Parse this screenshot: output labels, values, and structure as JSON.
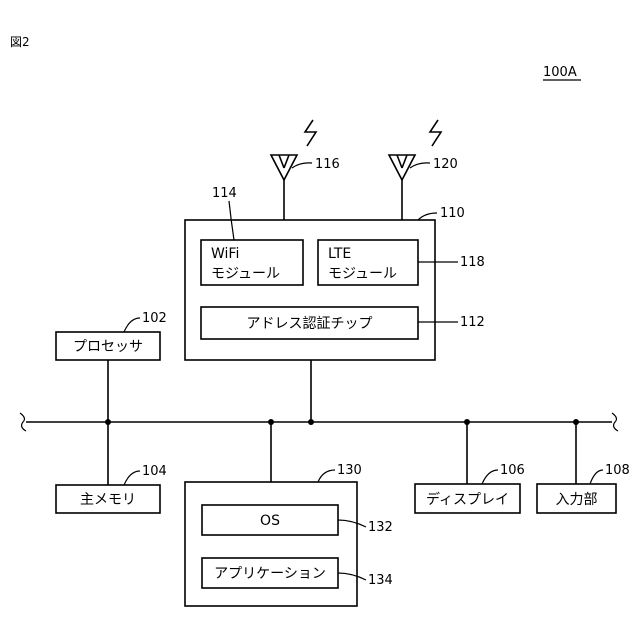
{
  "figure_label": "図2",
  "device_ref": "100A",
  "antennas": [
    {
      "ref": "116",
      "name": "antenna-wifi"
    },
    {
      "ref": "120",
      "name": "antenna-lte"
    }
  ],
  "comm_unit": {
    "ref": "110",
    "wifi_module": {
      "ref": "114",
      "line1": "WiFi",
      "line2": "モジュール"
    },
    "lte_module": {
      "ref": "118",
      "line1": "LTE",
      "line2": "モジュール"
    },
    "address_chip": {
      "ref": "112",
      "label": "アドレス認証チップ"
    }
  },
  "processor": {
    "ref": "102",
    "label": "プロセッサ"
  },
  "main_memory": {
    "ref": "104",
    "label": "主メモリ"
  },
  "storage": {
    "ref": "130",
    "os": {
      "ref": "132",
      "label": "OS"
    },
    "application": {
      "ref": "134",
      "label": "アプリケーション"
    }
  },
  "display": {
    "ref": "106",
    "label": "ディスプレイ"
  },
  "input": {
    "ref": "108",
    "label": "入力部"
  }
}
